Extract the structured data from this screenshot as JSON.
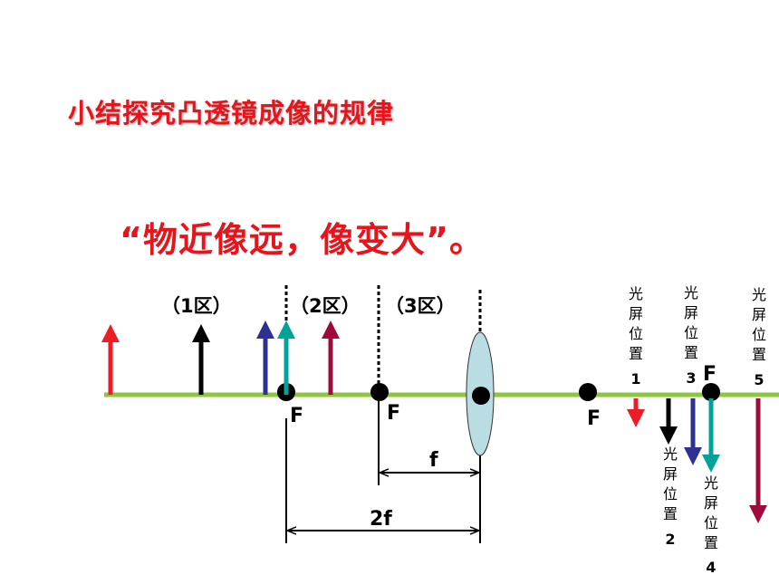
{
  "title": "小结探究凸透镜成像的规律",
  "rule": "“物近像远，像变大”。",
  "zones": [
    "（1区）",
    "（2区）",
    "（3区）"
  ],
  "focus_label": "F",
  "dimensions": {
    "f": "f",
    "two_f": "2f"
  },
  "screens": [
    {
      "chars": [
        "光",
        "屏",
        "位",
        "置"
      ],
      "num": "1"
    },
    {
      "chars": [
        "光",
        "屏",
        "位",
        "置"
      ],
      "num": "2"
    },
    {
      "chars": [
        "光",
        "屏",
        "位",
        "置"
      ],
      "num": "3"
    },
    {
      "chars": [
        "光",
        "屏",
        "位",
        "置"
      ],
      "num": "4"
    },
    {
      "chars": [
        "光",
        "屏",
        "位",
        "置"
      ],
      "num": "5"
    }
  ],
  "colors": {
    "axis": "#8dc63f",
    "red": "#ee1c25",
    "black": "#000000",
    "blue": "#2e3192",
    "teal": "#00a29a",
    "maroon": "#9e0b3b",
    "lens": "#b9dde3"
  }
}
